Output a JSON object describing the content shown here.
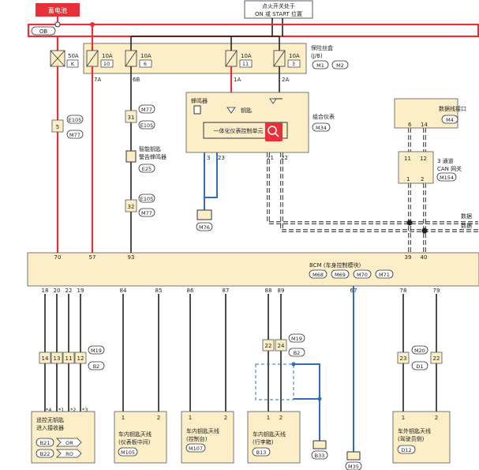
{
  "battery_label": "蓄电池",
  "ignition_note": [
    "点火开关处于",
    "ON 或 START 位置"
  ],
  "ob": "OB",
  "fuses": [
    {
      "amp": "50A",
      "num": "K",
      "out": ""
    },
    {
      "amp": "10A",
      "num": "10",
      "out": "7A"
    },
    {
      "amp": "10A",
      "num": "6",
      "out": "6B"
    },
    {
      "amp": "10A",
      "num": "11",
      "out": "1A"
    },
    {
      "amp": "10A",
      "num": "3",
      "out": "2A"
    }
  ],
  "jb": {
    "name": "保险丝盒",
    "sub": "(J/B)",
    "c1": "M1",
    "c2": "M2"
  },
  "meter": {
    "buzzer": "蜂鸣器",
    "key": "钥匙",
    "ctrl": "一体化仪表控制单元",
    "name": "组合仪表",
    "conn": "M34",
    "p3": "3",
    "p23": "23",
    "p21": "21",
    "p22": "22"
  },
  "dlc": {
    "name": "数据线接口",
    "conn": "M4",
    "p6": "6",
    "p14": "14"
  },
  "can": {
    "name": [
      "3 通道",
      "CAN 网关"
    ],
    "conn": "M154",
    "p11": "11",
    "p12": "12",
    "p1": "1",
    "p2": "2",
    "bus": "数据"
  },
  "left": {
    "e105a": "E105",
    "p5": "5",
    "m77a": "M77"
  },
  "buzzer2": {
    "m77": "M77",
    "p31": "31",
    "e105": "E105",
    "name": [
      "智能钥匙",
      "警告蜂鸣器"
    ],
    "conn": "E25",
    "e105b": "E105",
    "p32": "32",
    "m77b": "M77"
  },
  "gnd": {
    "m76": "M76",
    "b33": "B33",
    "m35": "M35"
  },
  "bcm": {
    "name": "BCM (车身控制模块)",
    "c": [
      "M68",
      "M69",
      "M70",
      "M71"
    ],
    "top": [
      "70",
      "57",
      "93",
      "39",
      "40"
    ],
    "bottom": [
      "18",
      "20",
      "22",
      "19",
      "84",
      "85",
      "86",
      "87",
      "88",
      "89",
      "67",
      "78",
      "79"
    ]
  },
  "jc1": {
    "m": "M19",
    "b": "B2",
    "pins": [
      "14",
      "13",
      "11",
      "12"
    ]
  },
  "jc2": {
    "m": "M19",
    "b": "B2",
    "pins": [
      "22",
      "24"
    ]
  },
  "jc3": {
    "m": "M20",
    "d": "D1",
    "pins": [
      "23",
      "22"
    ]
  },
  "stars": [
    "*4",
    "*1",
    "*2",
    "*3"
  ],
  "rx": {
    "name": [
      "遥控无钥匙",
      "进入接收器"
    ],
    "c1": "B21",
    "c2": "B22",
    "or": "OR",
    "ro": "RO"
  },
  "ant1": {
    "name": [
      "车内钥匙天线",
      "(仪表板中间)"
    ],
    "conn": "M105",
    "p1": "1",
    "p2": "2"
  },
  "ant2": {
    "name": [
      "车内钥匙天线",
      "(控制台)"
    ],
    "conn": "M107",
    "p1": "1",
    "p2": "2"
  },
  "ant3": {
    "name": [
      "车内钥匙天线",
      "(行李箱)"
    ],
    "conn": "B13",
    "p1": "1",
    "p2": "2"
  },
  "ant4": {
    "name": [
      "车外钥匙天线",
      "(驾驶员侧)"
    ],
    "conn": "D12",
    "p1": "1",
    "p2": "2"
  }
}
